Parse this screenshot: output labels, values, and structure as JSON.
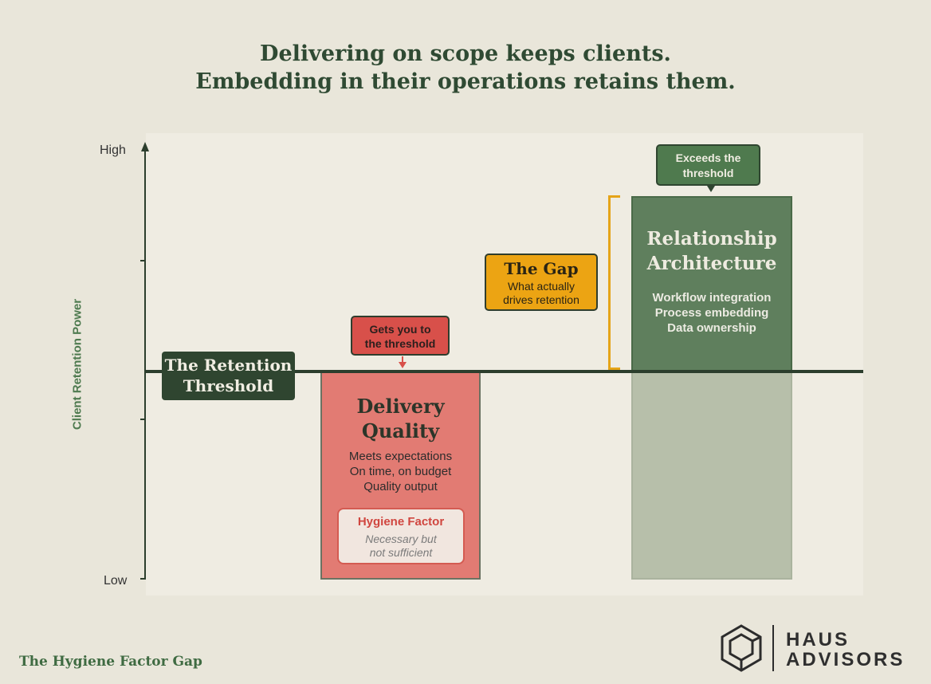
{
  "headline": {
    "line1": "Delivering on scope keeps clients.",
    "line2": "Embedding in their operations retains them."
  },
  "axis": {
    "y_title": "Client Retention Power",
    "high_label": "High",
    "low_label": "Low"
  },
  "threshold": {
    "line1": "The Retention",
    "line2": "Threshold"
  },
  "delivery_quality": {
    "title_line1": "Delivery",
    "title_line2": "Quality",
    "items": [
      "Meets expectations",
      "On time, on budget",
      "Quality output"
    ],
    "callout_line1": "Gets you to",
    "callout_line2": "the threshold",
    "hygiene_title": "Hygiene Factor",
    "hygiene_sub1": "Necessary but",
    "hygiene_sub2": "not sufficient"
  },
  "gap": {
    "title": "The Gap",
    "sub1": "What actually",
    "sub2": "drives retention"
  },
  "relationship_architecture": {
    "title_line1": "Relationship",
    "title_line2": "Architecture",
    "items": [
      "Workflow integration",
      "Process embedding",
      "Data ownership"
    ],
    "callout_line1": "Exceeds the",
    "callout_line2": "threshold"
  },
  "footer": {
    "title": "The Hygiene Factor Gap",
    "logo_line1": "HAUS",
    "logo_line2": "ADVISORS"
  },
  "colors": {
    "background": "#e9e6da",
    "delivery_bar": "#e27b73",
    "relationship_bar": "#5f7f5d",
    "gap_accent": "#eca413",
    "threshold": "#2c3e2d"
  }
}
